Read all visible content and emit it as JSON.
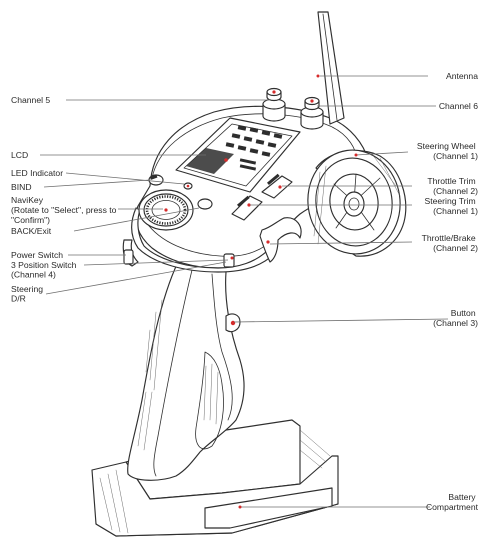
{
  "diagram": {
    "accent_color": "#d62b2b",
    "labels_left": [
      {
        "id": "channel5",
        "lines": [
          "Channel 5"
        ]
      },
      {
        "id": "lcd",
        "lines": [
          "LCD"
        ]
      },
      {
        "id": "led",
        "lines": [
          "LED Indicator"
        ]
      },
      {
        "id": "bind",
        "lines": [
          "BIND"
        ]
      },
      {
        "id": "navikey",
        "lines": [
          "NaviKey",
          "(Rotate to \"Select\", press to",
          "\"Confirm\")"
        ]
      },
      {
        "id": "back",
        "lines": [
          "BACK/Exit"
        ]
      },
      {
        "id": "power",
        "lines": [
          "Power Switch"
        ]
      },
      {
        "id": "pos3",
        "lines": [
          "3 Position Switch",
          "(Channel 4)"
        ]
      },
      {
        "id": "steerdr",
        "lines": [
          "Steering",
          "D/R"
        ]
      }
    ],
    "labels_right": [
      {
        "id": "antenna",
        "lines": [
          "Antenna"
        ]
      },
      {
        "id": "channel6",
        "lines": [
          "Channel 6"
        ]
      },
      {
        "id": "wheel",
        "lines": [
          "Steering Wheel",
          "(Channel 1)"
        ]
      },
      {
        "id": "thtrim",
        "lines": [
          "Throttle Trim",
          "(Channel 2)"
        ]
      },
      {
        "id": "sttrim",
        "lines": [
          "Steering Trim",
          "(Channel 1)"
        ]
      },
      {
        "id": "throttle",
        "lines": [
          "Throttle/Brake",
          "(Channel 2)"
        ]
      },
      {
        "id": "button",
        "lines": [
          "Button",
          "(Channel 3)"
        ]
      },
      {
        "id": "battery",
        "lines": [
          "Battery",
          "Compartment"
        ]
      }
    ]
  }
}
